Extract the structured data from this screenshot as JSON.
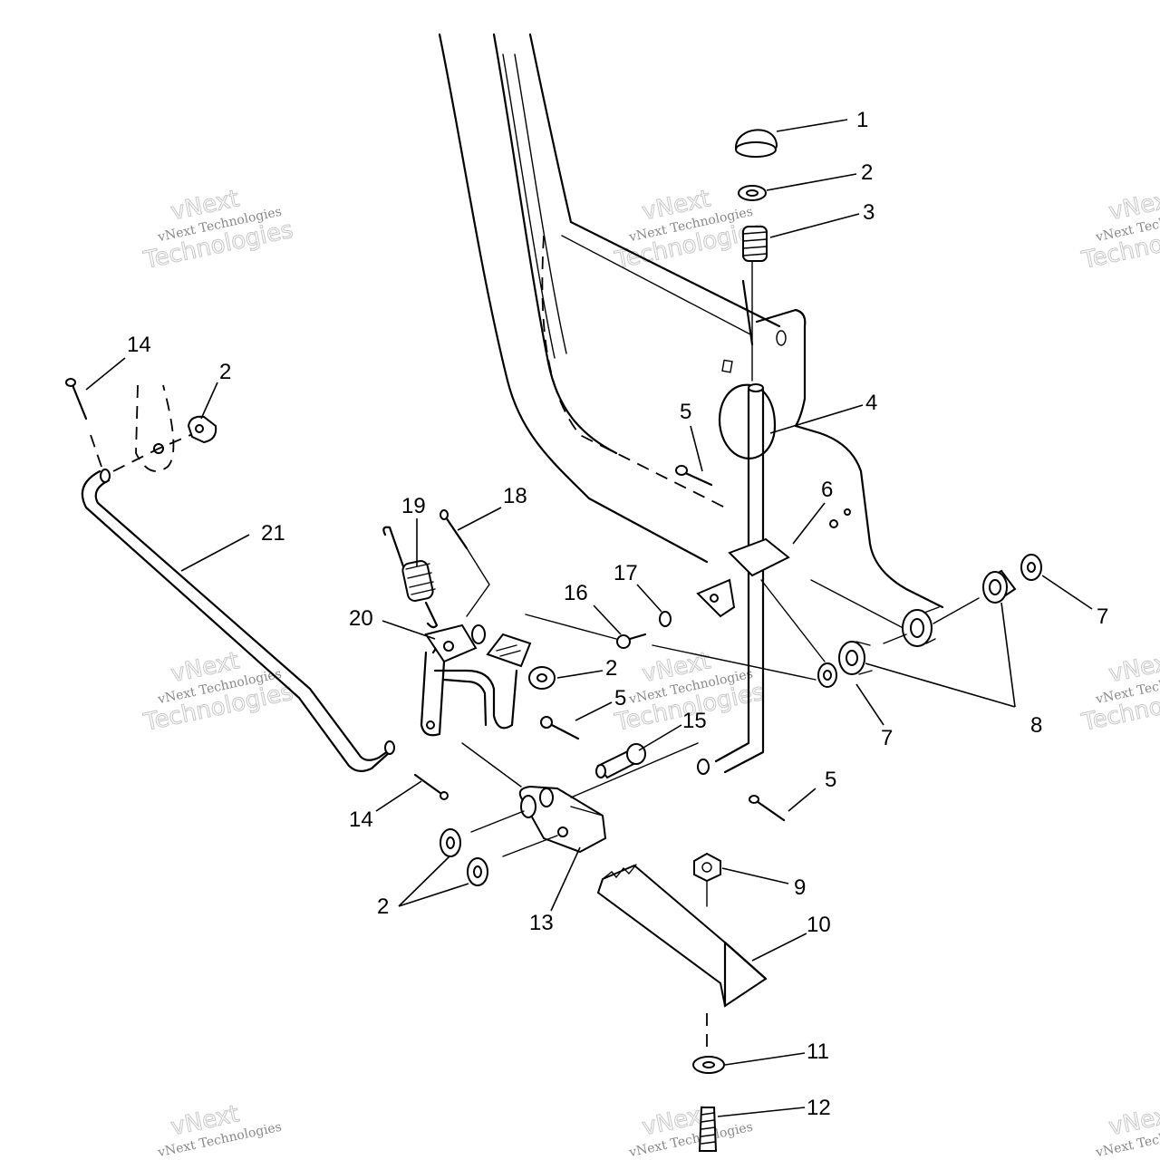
{
  "watermark": {
    "line1": "vNext",
    "line2": "vNext Technologies",
    "line3": "Technologies"
  },
  "callouts": [
    "1",
    "2",
    "3",
    "14",
    "2",
    "4",
    "5",
    "19",
    "18",
    "6",
    "21",
    "17",
    "16",
    "7",
    "20",
    "2",
    "5",
    "15",
    "7",
    "8",
    "14",
    "5",
    "9",
    "2",
    "13",
    "10",
    "11",
    "12"
  ],
  "colors": {
    "ink": "#000000",
    "paper": "#ffffff",
    "watermark": "#c8c8c8"
  }
}
